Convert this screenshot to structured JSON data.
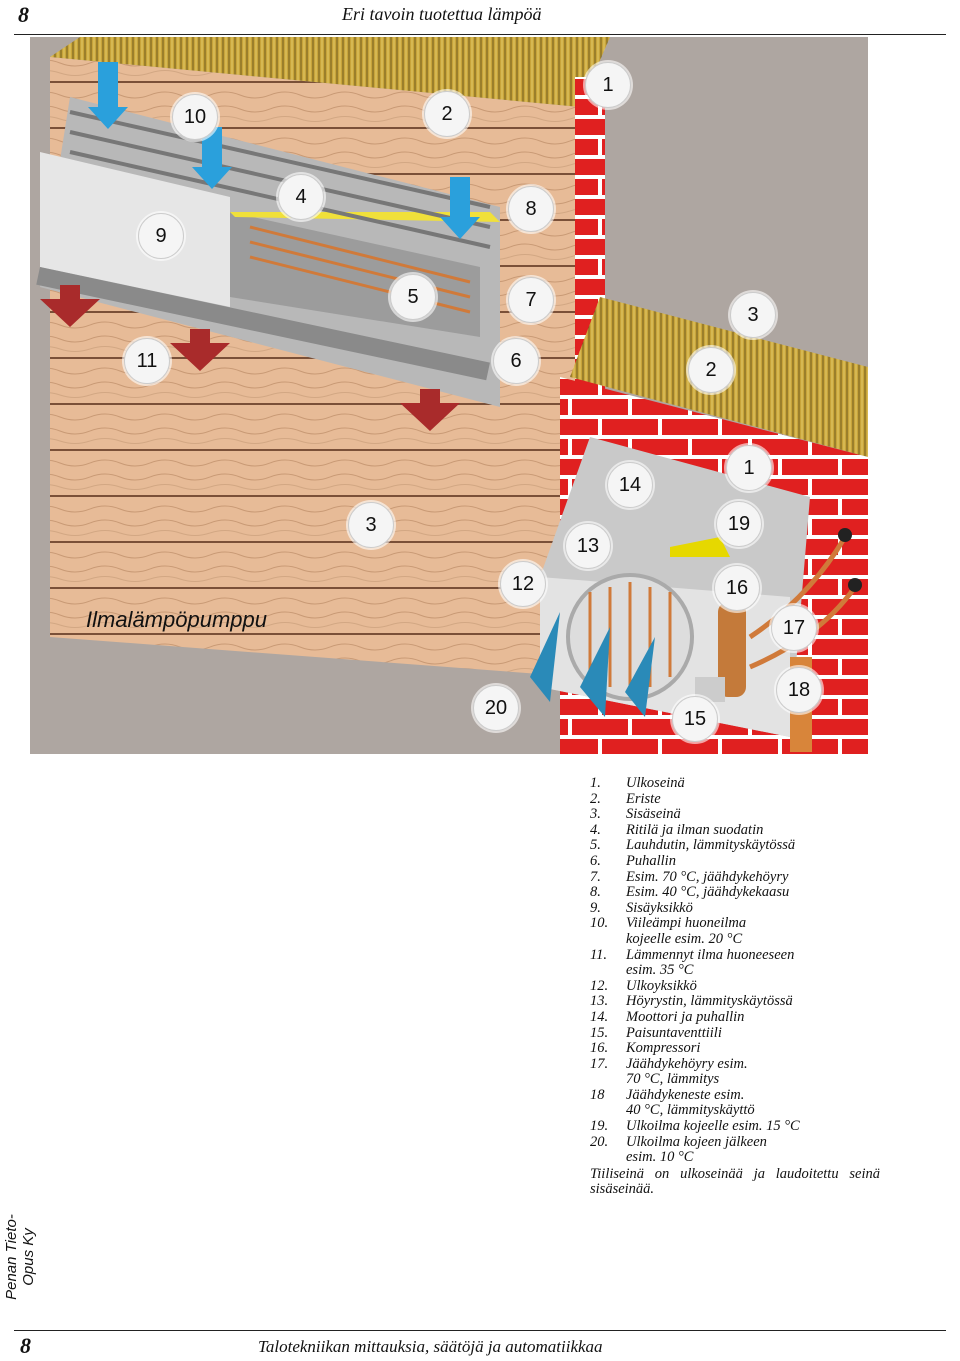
{
  "header": {
    "page_number": "8",
    "title": "Eri tavoin tuotettua lämpöä"
  },
  "footer": {
    "page_number": "8",
    "title": "Talotekniikan mittauksia, säätöjä ja automatiikkaa"
  },
  "side_text": "Penan Tieto-Opus Ky",
  "figure": {
    "title": "Ilmalämpöpumppu",
    "callouts": [
      "1",
      "2",
      "3",
      "4",
      "5",
      "6",
      "7",
      "8",
      "9",
      "10",
      "11",
      "2",
      "3",
      "12",
      "13",
      "14",
      "1",
      "19",
      "16",
      "17",
      "18",
      "15",
      "20"
    ],
    "colors": {
      "wood": "#e7bb97",
      "wall_background": "#aea6a1",
      "brick": "#e02020",
      "insulation": "#c8a43a",
      "arrow_cool": "#2aa0dc",
      "arrow_warm": "#a92b2b",
      "copper": "#d07a3a"
    }
  },
  "legend": [
    {
      "n": "1.",
      "t": "Ulkoseinä"
    },
    {
      "n": "2.",
      "t": "Eriste"
    },
    {
      "n": "3.",
      "t": "Sisäseinä"
    },
    {
      "n": "4.",
      "t": "Ritilä ja ilman suodatin"
    },
    {
      "n": "5.",
      "t": "Lauhdutin, lämmityskäytössä"
    },
    {
      "n": "6.",
      "t": "Puhallin"
    },
    {
      "n": "7.",
      "t": "Esim. 70 °C, jäähdykehöyry"
    },
    {
      "n": "8.",
      "t": "Esim. 40 °C, jäähdykekaasu"
    },
    {
      "n": "9.",
      "t": "Sisäyksikkö"
    },
    {
      "n": "10.",
      "t": "Viileämpi huoneilma"
    },
    {
      "n": "",
      "t": "kojeelle esim. 20 °C"
    },
    {
      "n": "11.",
      "t": "Lämmennyt ilma huoneeseen"
    },
    {
      "n": "",
      "t": "esim. 35 °C"
    },
    {
      "n": "12.",
      "t": "Ulkoyksikkö"
    },
    {
      "n": "13.",
      "t": "Höyrystin, lämmityskäytössä"
    },
    {
      "n": "14.",
      "t": "Moottori ja puhallin"
    },
    {
      "n": "15.",
      "t": "Paisuntaventtiili"
    },
    {
      "n": "16.",
      "t": "Kompressori"
    },
    {
      "n": "17.",
      "t": "Jäähdykehöyry esim."
    },
    {
      "n": "",
      "t": "70 °C, lämmitys"
    },
    {
      "n": "18",
      "t": "Jäähdykeneste esim."
    },
    {
      "n": "",
      "t": "40 °C, lämmityskäyttö"
    },
    {
      "n": "19.",
      "t": "Ulkoilma kojeelle esim. 15 °C"
    },
    {
      "n": "20.",
      "t": "Ulkoilma kojeen jälkeen"
    },
    {
      "n": "",
      "t": "esim. 10 °C"
    }
  ],
  "note": "Tiiliseinä on ulkoseinää ja laudoitettu seinä sisäseinää."
}
